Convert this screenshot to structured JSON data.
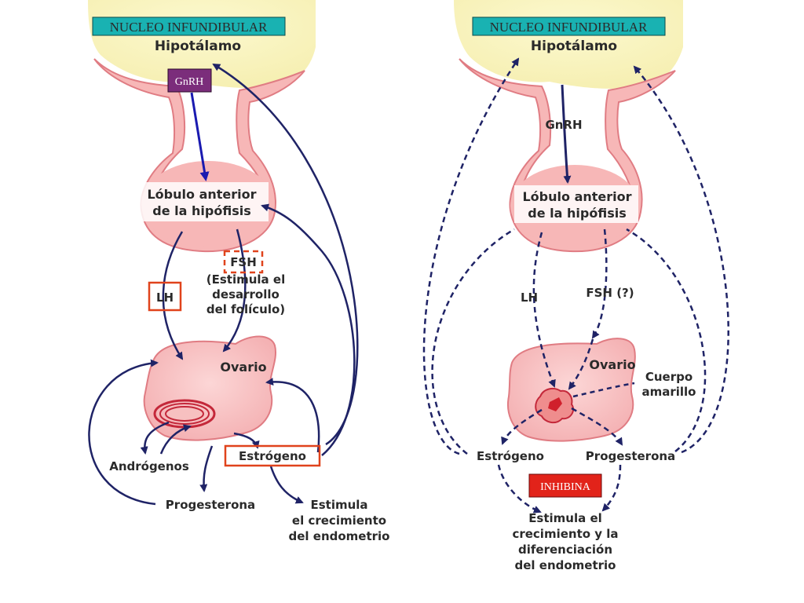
{
  "left": {
    "nucleo_label": "NUCLEO INFUNDIBULAR",
    "hipotalamo": "Hipotálamo",
    "gnrh": "GnRH",
    "lobulo_l1": "Lóbulo anterior",
    "lobulo_l2": "de la hipófisis",
    "fsh": "FSH",
    "fsh_desc_l1": "(Estimula el",
    "fsh_desc_l2": "desarrollo",
    "fsh_desc_l3": "del folículo)",
    "lh": "LH",
    "ovario": "Ovario",
    "androgenos": "Andrógenos",
    "estrogeno": "Estrógeno",
    "progesterona": "Progesterona",
    "endo_l1": "Estimula",
    "endo_l2": "el crecimiento",
    "endo_l3": "del endometrio"
  },
  "right": {
    "nucleo_label": "NUCLEO INFUNDIBULAR",
    "hipotalamo": "Hipotálamo",
    "gnrh": "GnRH",
    "lobulo_l1": "Lóbulo anterior",
    "lobulo_l2": "de la hipófisis",
    "lh": "LH",
    "fsh": "FSH (?)",
    "ovario": "Ovario",
    "cuerpo_l1": "Cuerpo",
    "cuerpo_l2": "amarillo",
    "estrogeno": "Estrógeno",
    "progesterona": "Progesterona",
    "inhibina": "INHIBINA",
    "endo_l1": "Estimula el",
    "endo_l2": "crecimiento y la",
    "endo_l3": "diferenciación",
    "endo_l4": "del endometrio"
  },
  "colors": {
    "hypothalamus_fill": "#fbf7c4",
    "gland_fill": "#f7b7b7",
    "gland_stroke": "#e07c83",
    "arrow": "#1f2366",
    "label_teal": "#19b2b2",
    "label_purple": "#7b2d7b",
    "label_red": "#e2231a",
    "box_red": "#e0431c"
  }
}
